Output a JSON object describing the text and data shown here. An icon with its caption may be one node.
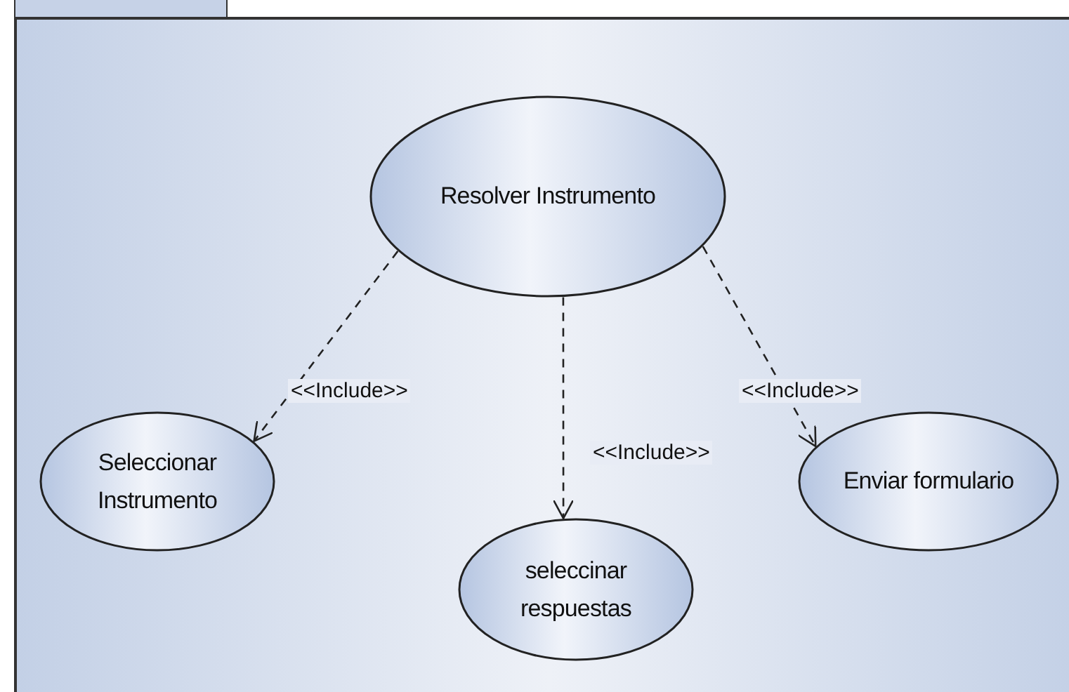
{
  "diagram": {
    "nodes": [
      {
        "text": [
          "Resolver Instrumento"
        ]
      },
      {
        "text": [
          "Seleccionar Instrumento"
        ]
      },
      {
        "text": [
          "seleccinar respuestas"
        ]
      },
      {
        "text": [
          "Enviar formulario"
        ]
      }
    ],
    "edges": [
      {
        "from": 0,
        "to": 1,
        "arrow": "to",
        "label": "<<Include>>",
        "style": "dashed"
      },
      {
        "from": 0,
        "to": 2,
        "arrow": "to",
        "label": "<<Include>>",
        "style": "dashed"
      },
      {
        "from": 0,
        "to": 3,
        "arrow": "to",
        "label": "<<Include>>",
        "style": "dashed"
      }
    ]
  }
}
